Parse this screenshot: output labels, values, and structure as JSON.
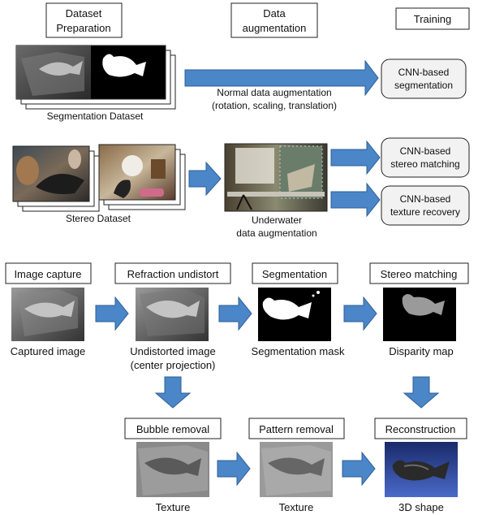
{
  "headers": {
    "dataset": [
      "Dataset",
      "Preparation"
    ],
    "augment": [
      "Data",
      "augmentation"
    ],
    "training": "Training"
  },
  "top": {
    "seg_dataset": "Segmentation Dataset",
    "normal_aug": [
      "Normal data augmentation",
      "(rotation, scaling, translation)"
    ],
    "cnn_seg": [
      "CNN-based",
      "segmentation"
    ],
    "stereo_dataset": "Stereo Dataset",
    "underwater_aug": [
      "Underwater",
      "data augmentation"
    ],
    "cnn_stereo": [
      "CNN-based",
      "stereo matching"
    ],
    "cnn_texture": [
      "CNN-based",
      "texture recovery"
    ]
  },
  "pipeline": {
    "image_capture": "Image capture",
    "refraction": "Refraction undistort",
    "segmentation": "Segmentation",
    "stereo_matching": "Stereo matching",
    "captured": "Captured image",
    "undistorted": [
      "Undistorted image",
      "(center projection)"
    ],
    "seg_mask": "Segmentation mask",
    "disparity": "Disparity map",
    "bubble": "Bubble removal",
    "pattern": "Pattern removal",
    "reconstruction": "Reconstruction",
    "texture1": "Texture",
    "texture2": "Texture",
    "shape3d": "3D shape"
  },
  "colors": {
    "arrow": "#4a86c8",
    "arrow_edge": "#2e5f96",
    "box_bg": "#f2f2f2"
  }
}
